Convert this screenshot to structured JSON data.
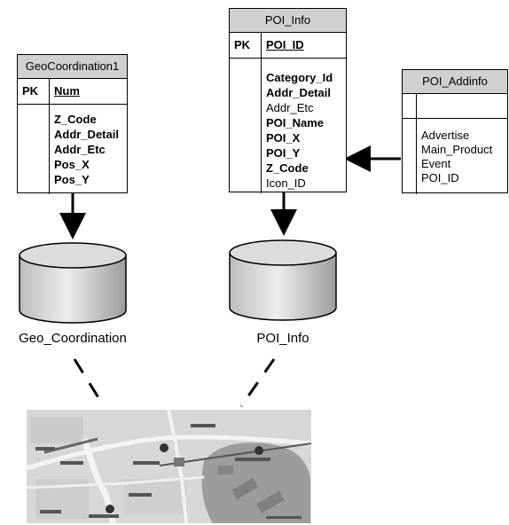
{
  "entities": {
    "geo": {
      "title": "GeoCoordination1",
      "pk_label": "PK",
      "pk_field": "Num",
      "fields": [
        "Z_Code",
        "Addr_Detail",
        "Addr_Etc",
        "Pos_X",
        "Pos_Y"
      ]
    },
    "poi": {
      "title": "POI_Info",
      "pk_label": "PK",
      "pk_field": "POI_ID",
      "fields": [
        {
          "text": "Category_Id",
          "bold": true
        },
        {
          "text": "Addr_Detail",
          "bold": true
        },
        {
          "text": "Addr_Etc",
          "bold": false
        },
        {
          "text": "POI_Name",
          "bold": true
        },
        {
          "text": "POI_X",
          "bold": true
        },
        {
          "text": "POI_Y",
          "bold": true
        },
        {
          "text": "Z_Code",
          "bold": true
        },
        {
          "text": "Icon_ID",
          "bold": false
        }
      ]
    },
    "addinfo": {
      "title": "POI_Addinfo",
      "fields": [
        "Advertise",
        "Main_Product",
        "Event",
        "POI_ID"
      ]
    }
  },
  "databases": {
    "geo_label": "Geo_Coordination",
    "poi_label": "POI_Info"
  }
}
